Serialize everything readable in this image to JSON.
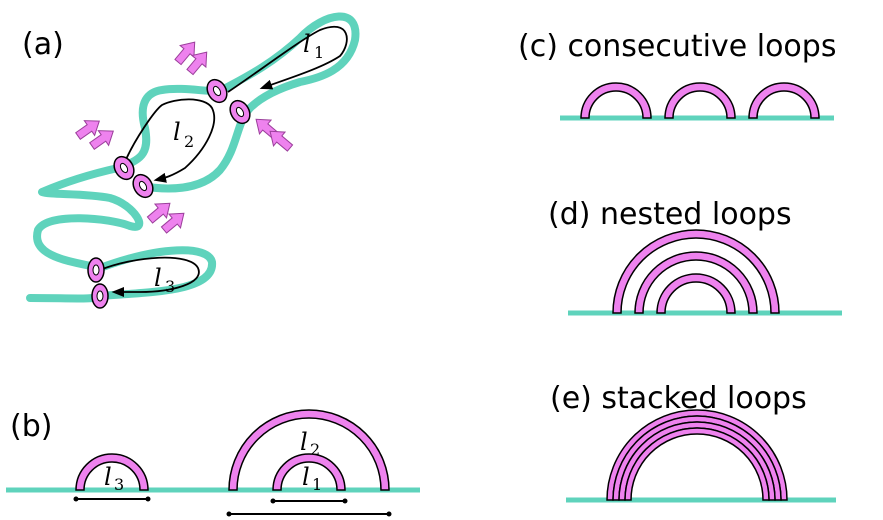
{
  "colors": {
    "chain": "#5fd3bc",
    "loop": "#ee82ee",
    "outline": "#000000"
  },
  "panels": {
    "a": {
      "label": "(a)"
    },
    "b": {
      "label": "(b)"
    },
    "c": {
      "label": "(c) consecutive loops"
    },
    "d": {
      "label": "(d) nested loops"
    },
    "e": {
      "label": "(e) stacked loops"
    }
  },
  "loops": [
    {
      "symbol": "l",
      "index": "1"
    },
    {
      "symbol": "l",
      "index": "2"
    },
    {
      "symbol": "l",
      "index": "3"
    }
  ]
}
